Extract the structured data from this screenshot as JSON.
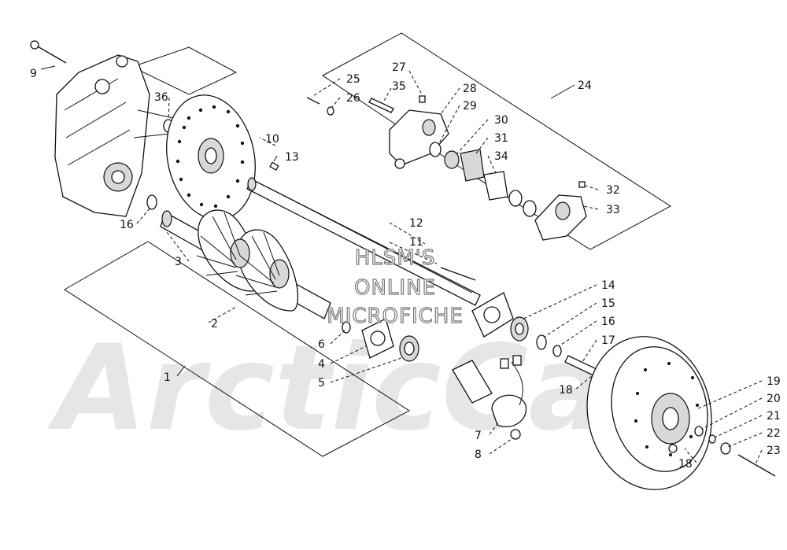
{
  "watermark": {
    "logo_text": "ArcticCat",
    "line1": "HLSM'S",
    "line2": "ONLINE",
    "line3": "MICROFICHE"
  },
  "callouts": [
    {
      "id": "c1",
      "text": "1"
    },
    {
      "id": "c2",
      "text": "2"
    },
    {
      "id": "c3",
      "text": "3"
    },
    {
      "id": "c4",
      "text": "4"
    },
    {
      "id": "c5",
      "text": "5"
    },
    {
      "id": "c6",
      "text": "6"
    },
    {
      "id": "c7",
      "text": "7"
    },
    {
      "id": "c8",
      "text": "8"
    },
    {
      "id": "c9",
      "text": "9"
    },
    {
      "id": "c10",
      "text": "10"
    },
    {
      "id": "c11",
      "text": "11"
    },
    {
      "id": "c12",
      "text": "12"
    },
    {
      "id": "c13",
      "text": "13"
    },
    {
      "id": "c14",
      "text": "14"
    },
    {
      "id": "c15",
      "text": "15"
    },
    {
      "id": "c16a",
      "text": "16"
    },
    {
      "id": "c16b",
      "text": "16"
    },
    {
      "id": "c17",
      "text": "17"
    },
    {
      "id": "c18a",
      "text": "18"
    },
    {
      "id": "c18b",
      "text": "18"
    },
    {
      "id": "c19",
      "text": "19"
    },
    {
      "id": "c20",
      "text": "20"
    },
    {
      "id": "c21",
      "text": "21"
    },
    {
      "id": "c22",
      "text": "22"
    },
    {
      "id": "c23",
      "text": "23"
    },
    {
      "id": "c24",
      "text": "24"
    },
    {
      "id": "c25",
      "text": "25"
    },
    {
      "id": "c26",
      "text": "26"
    },
    {
      "id": "c27",
      "text": "27"
    },
    {
      "id": "c28",
      "text": "28"
    },
    {
      "id": "c29",
      "text": "29"
    },
    {
      "id": "c30",
      "text": "30"
    },
    {
      "id": "c31",
      "text": "31"
    },
    {
      "id": "c32",
      "text": "32"
    },
    {
      "id": "c33",
      "text": "33"
    },
    {
      "id": "c34",
      "text": "34"
    },
    {
      "id": "c35",
      "text": "35"
    },
    {
      "id": "c36",
      "text": "36"
    }
  ]
}
